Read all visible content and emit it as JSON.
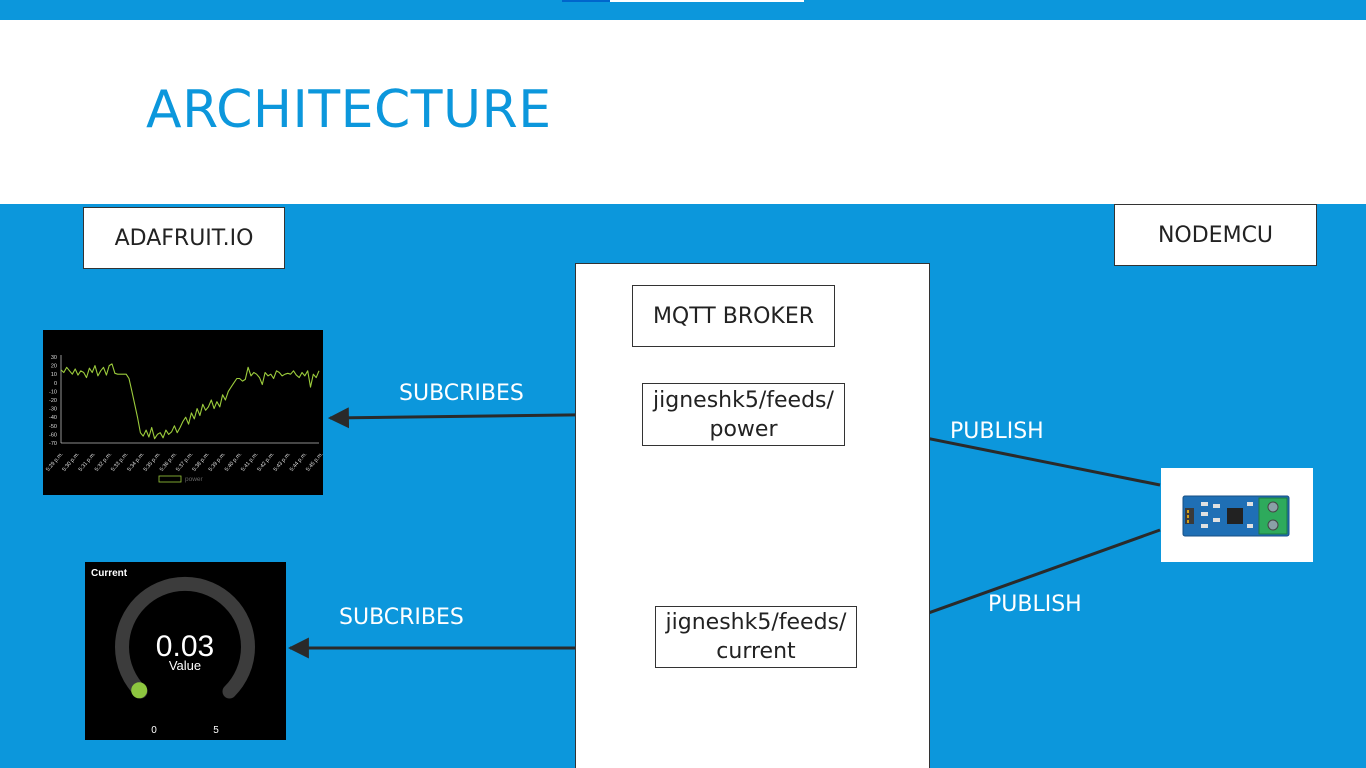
{
  "slide": {
    "title": "ARCHITECTURE"
  },
  "nodes": {
    "adafruit": "ADAFRUIT.IO",
    "nodemcu": "NODEMCU",
    "broker": "MQTT BROKER",
    "feed_power": "jigneshk5/feeds/\npower",
    "feed_current": "jigneshk5/feeds/\ncurrent"
  },
  "arrows": {
    "subscribe_power": "SUBCRIBES",
    "subscribe_current": "SUBCRIBES",
    "publish_power": "PUBLISH",
    "publish_current": "PUBLISH"
  },
  "line_chart": {
    "y_ticks": [
      "30",
      "20",
      "10",
      "0",
      "-10",
      "-20",
      "-30",
      "-40",
      "-50",
      "-60",
      "-70"
    ],
    "x_ticks": [
      "5:29 p.m.",
      "5:30 p.m.",
      "5:31 p.m.",
      "5:32 p.m.",
      "5:33 p.m.",
      "5:34 p.m.",
      "5:35 p.m.",
      "5:36 p.m.",
      "5:37 p.m.",
      "5:38 p.m.",
      "5:39 p.m.",
      "5:40 p.m.",
      "5:41 p.m.",
      "5:42 p.m.",
      "5:43 p.m.",
      "5:44 p.m.",
      "5:45 p.m."
    ],
    "legend": "power",
    "line_color": "#9ccc3c",
    "values": [
      15,
      12,
      18,
      14,
      10,
      16,
      9,
      14,
      12,
      6,
      17,
      12,
      20,
      8,
      14,
      18,
      9,
      20,
      22,
      11,
      10,
      10,
      10,
      10,
      5,
      -10,
      -25,
      -40,
      -58,
      -62,
      -55,
      -63,
      -52,
      -65,
      -60,
      -58,
      -64,
      -55,
      -60,
      -57,
      -50,
      -58,
      -52,
      -45,
      -40,
      -48,
      -35,
      -42,
      -30,
      -38,
      -25,
      -32,
      -28,
      -20,
      -30,
      -22,
      -28,
      -14,
      -20,
      -10,
      -5,
      0,
      5,
      5,
      2,
      4,
      18,
      8,
      12,
      10,
      6,
      -2,
      12,
      8,
      10,
      5,
      14,
      12,
      8,
      10,
      11,
      10,
      14,
      9,
      6,
      12,
      8,
      14,
      -5,
      10,
      6,
      14
    ]
  },
  "gauge": {
    "title": "Current",
    "value": "0.03",
    "value_label": "Value",
    "min": "0",
    "max": "5",
    "current": 0.03,
    "max_value": 5,
    "dot_color": "#8dc63f"
  },
  "colors": {
    "accent": "#0c97dc",
    "box_border": "#333333",
    "arrow": "#2a2a2a"
  }
}
